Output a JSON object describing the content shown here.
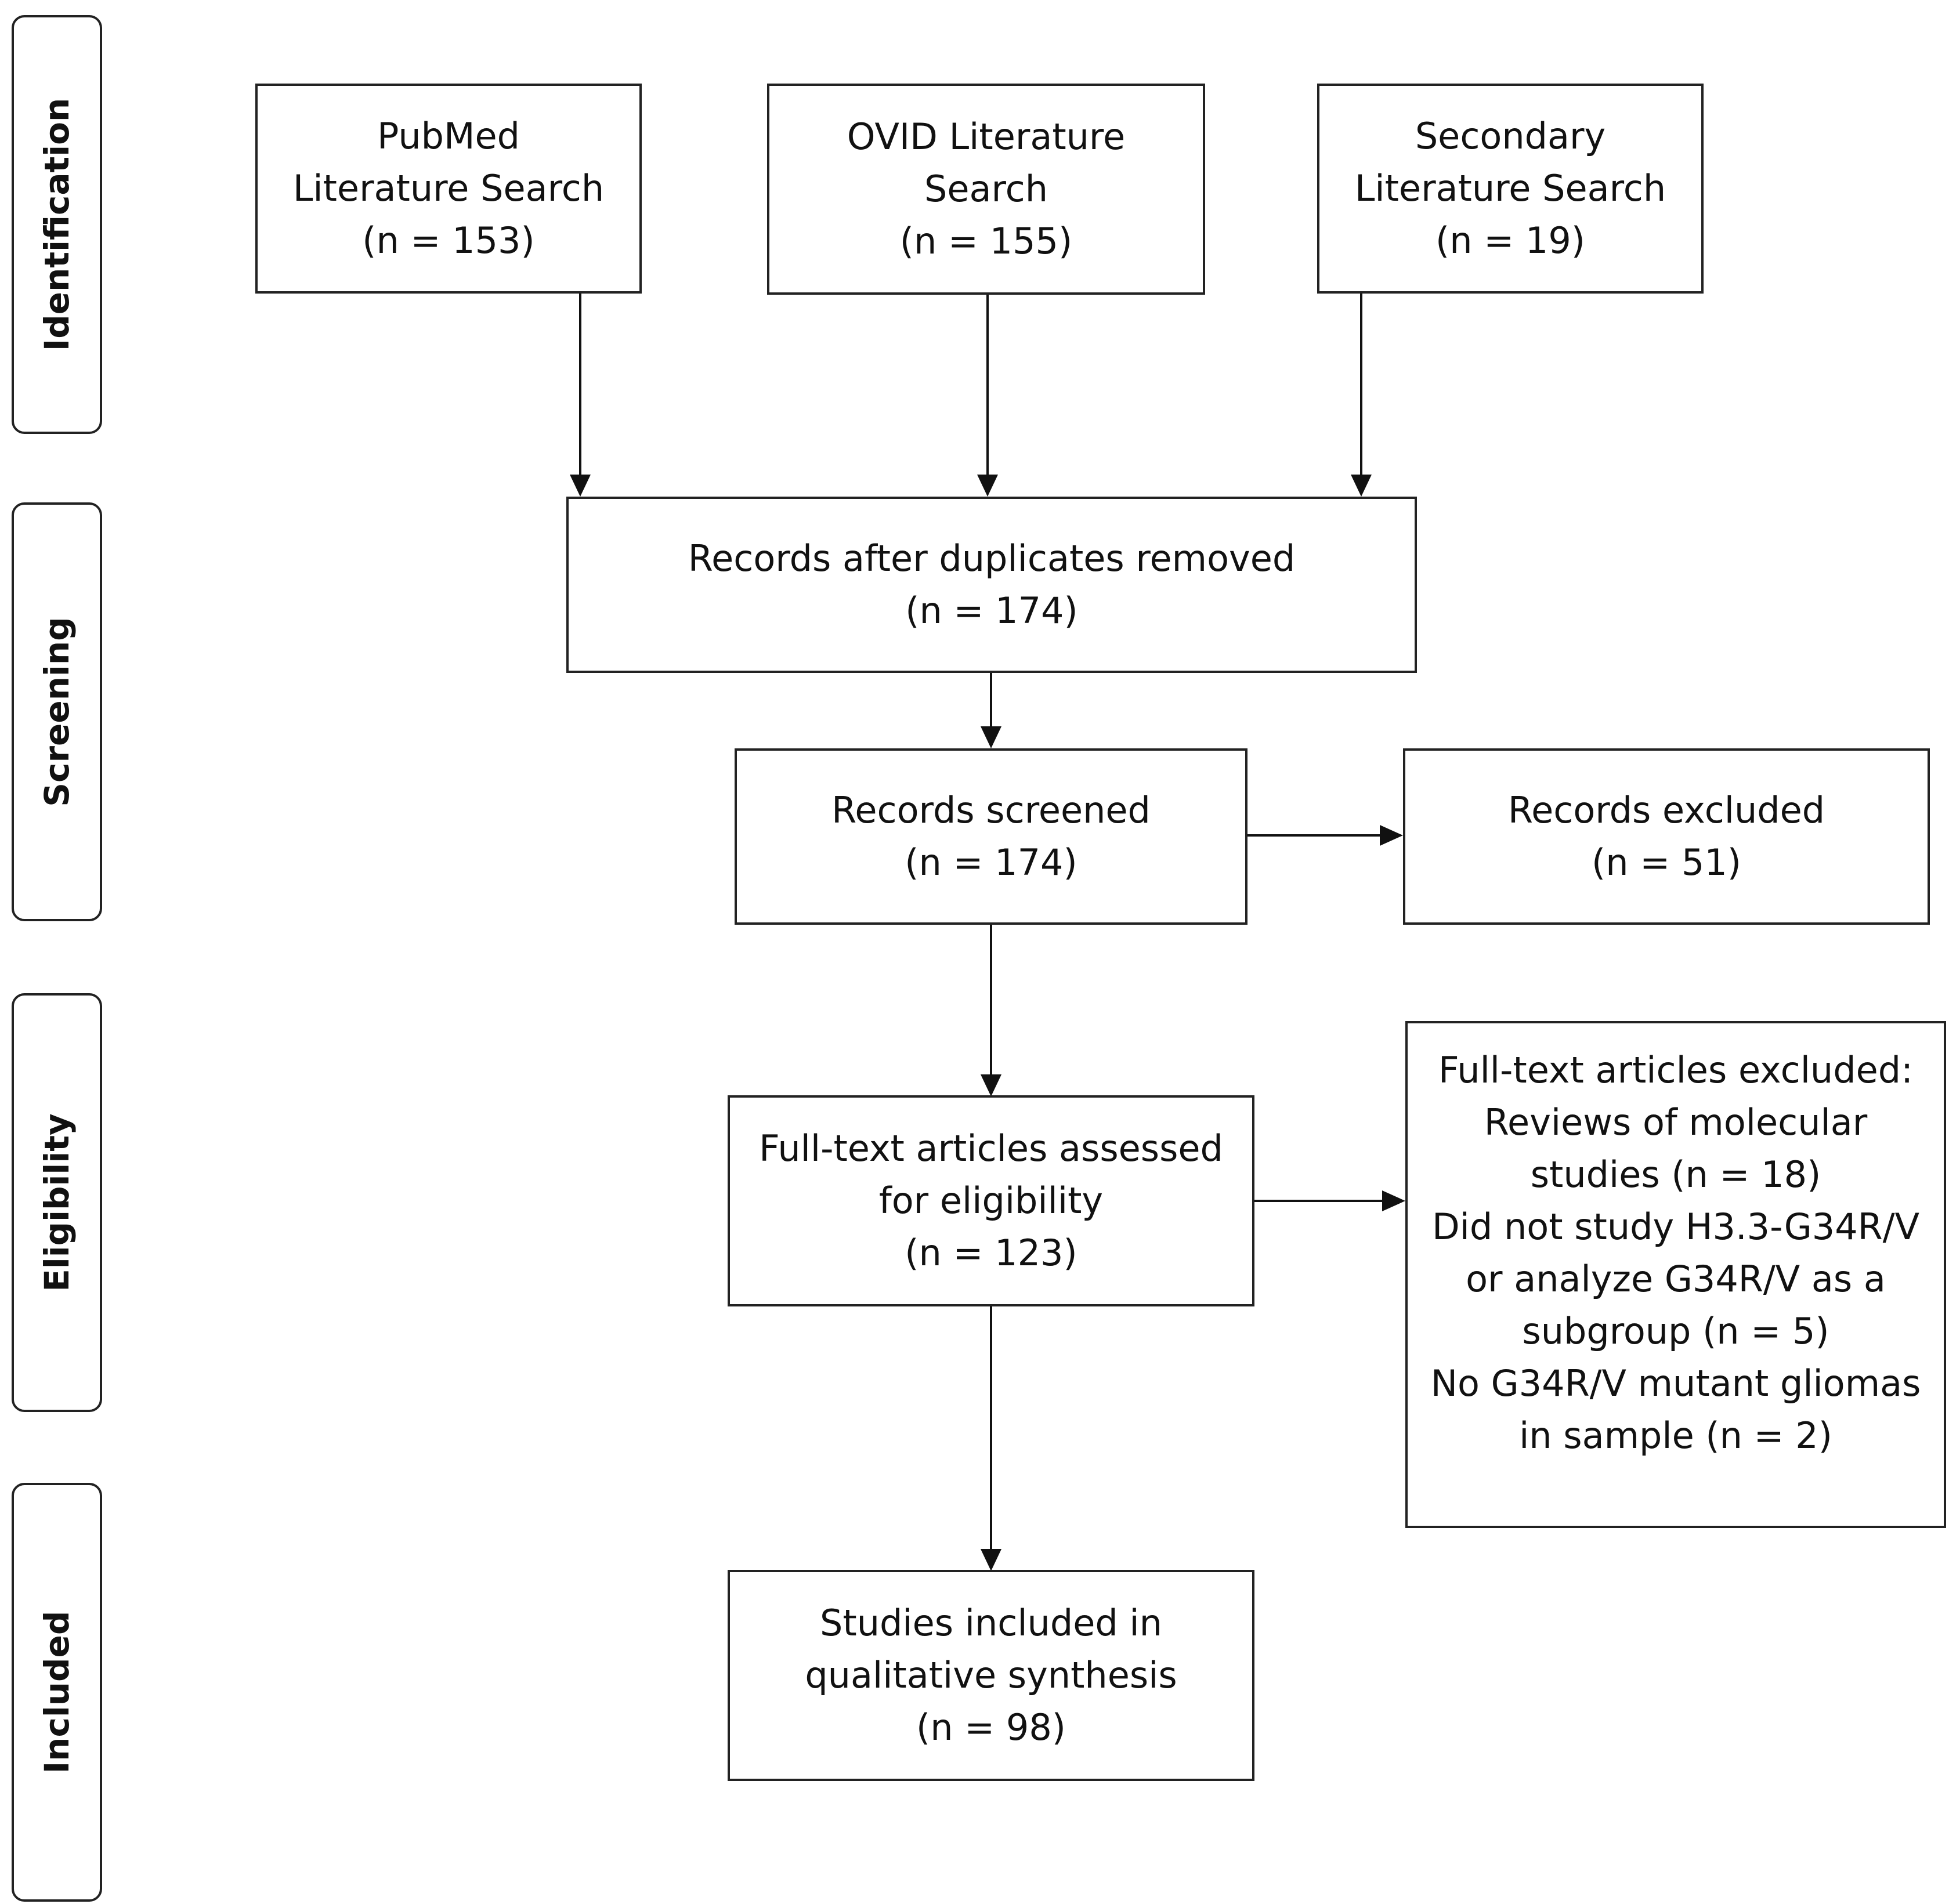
{
  "stages": {
    "identification": "Identification",
    "screening": "Screening",
    "eligibility": "Eligibility",
    "included": "Included"
  },
  "boxes": {
    "pubmed": {
      "line1": "PubMed",
      "line2": "Literature Search",
      "line3": "(n = 153)"
    },
    "ovid": {
      "line1": "OVID Literature",
      "line2": "Search",
      "line3": "(n = 155)"
    },
    "secondary": {
      "line1": "Secondary",
      "line2": "Literature Search",
      "line3": "(n = 19)"
    },
    "duplicates_removed": {
      "line1": "Records after duplicates removed",
      "line2": "(n = 174)"
    },
    "screened": {
      "line1": "Records screened",
      "line2": "(n = 174)"
    },
    "excluded": {
      "line1": "Records excluded",
      "line2": "(n = 51)"
    },
    "assessed": {
      "line1": "Full-text articles assessed",
      "line2": "for eligibility",
      "line3": "(n = 123)"
    },
    "fulltext_excluded": {
      "lines": [
        "Full-text articles excluded:",
        "Reviews of molecular",
        "studies (n = 18)",
        "Did not study H3.3-G34R/V",
        "or analyze G34R/V as a",
        "subgroup (n = 5)",
        "No G34R/V mutant gliomas",
        "in sample (n = 2)"
      ]
    },
    "included": {
      "line1": "Studies included in",
      "line2": "qualitative synthesis",
      "line3": "(n = 98)"
    }
  }
}
